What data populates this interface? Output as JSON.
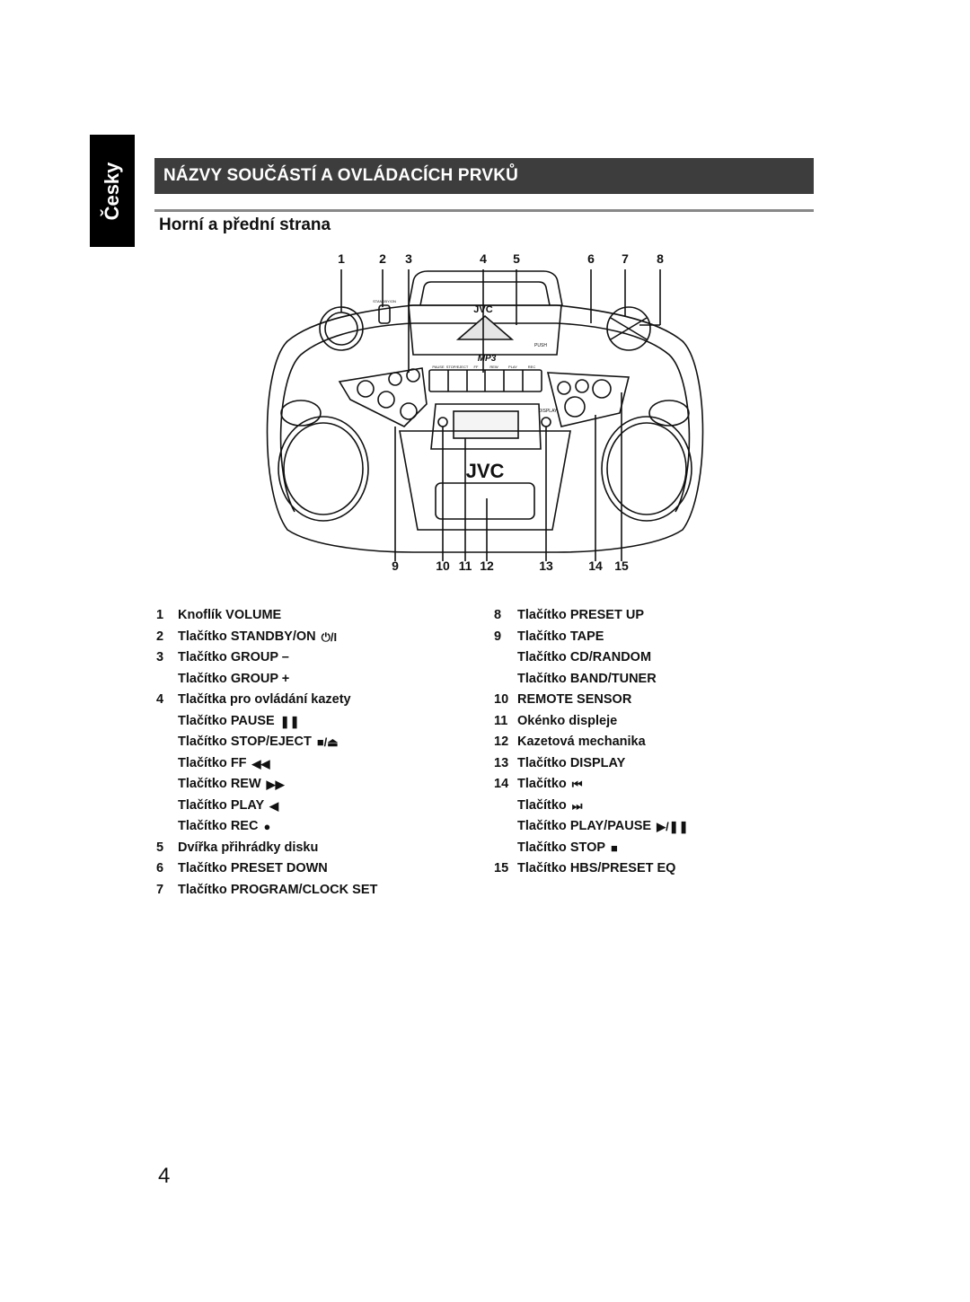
{
  "language_tab": "Česky",
  "title": "NÁZVY SOUČÁSTÍ A OVLÁDACÍCH PRVKŮ",
  "subtitle": "Horní a přední strana",
  "diagram": {
    "top_callouts": [
      "1",
      "2",
      "3",
      "4",
      "5",
      "6",
      "7",
      "8"
    ],
    "bottom_callouts": [
      "9",
      "10",
      "11",
      "12",
      "13",
      "14",
      "15"
    ],
    "brand_top": "JVC",
    "brand_front": "JVC",
    "mp3_label": "MP3",
    "push_label": "PUSH",
    "tape_buttons": [
      "PAUSE",
      "STOP/EJECT",
      "FF",
      "REW",
      "PLAY",
      "REC"
    ],
    "display_label": "DISPLAY",
    "standby_label": "STANDBY/ON"
  },
  "parts_left": [
    {
      "num": "1",
      "text": "Knoflík VOLUME",
      "glyph": ""
    },
    {
      "num": "2",
      "text": "Tlačítko STANDBY/ON",
      "glyph": "⏻/Ι"
    },
    {
      "num": "3",
      "text": "Tlačítko GROUP –",
      "glyph": ""
    },
    {
      "num": "",
      "text": "Tlačítko GROUP +",
      "glyph": ""
    },
    {
      "num": "4",
      "text": "Tlačítka pro ovládání kazety",
      "glyph": ""
    },
    {
      "num": "",
      "text": "Tlačítko PAUSE",
      "glyph": "❚❚"
    },
    {
      "num": "",
      "text": "Tlačítko STOP/EJECT",
      "glyph": "■/⏏"
    },
    {
      "num": "",
      "text": "Tlačítko FF",
      "glyph": "◀◀"
    },
    {
      "num": "",
      "text": "Tlačítko REW",
      "glyph": "▶▶"
    },
    {
      "num": "",
      "text": "Tlačítko PLAY",
      "glyph": "◀"
    },
    {
      "num": "",
      "text": "Tlačítko REC",
      "glyph": "●"
    },
    {
      "num": "5",
      "text": "Dvířka přihrádky disku",
      "glyph": ""
    },
    {
      "num": "6",
      "text": "Tlačítko PRESET DOWN",
      "glyph": ""
    },
    {
      "num": "7",
      "text": "Tlačítko PROGRAM/CLOCK SET",
      "glyph": ""
    }
  ],
  "parts_right": [
    {
      "num": "8",
      "text": "Tlačítko PRESET UP",
      "glyph": ""
    },
    {
      "num": "9",
      "text": "Tlačítko TAPE",
      "glyph": ""
    },
    {
      "num": "",
      "text": "Tlačítko CD/RANDOM",
      "glyph": ""
    },
    {
      "num": "",
      "text": "Tlačítko BAND/TUNER",
      "glyph": ""
    },
    {
      "num": "10",
      "text": "REMOTE SENSOR",
      "glyph": ""
    },
    {
      "num": "11",
      "text": "Okénko displeje",
      "glyph": ""
    },
    {
      "num": "12",
      "text": "Kazetová mechanika",
      "glyph": ""
    },
    {
      "num": "13",
      "text": "Tlačítko DISPLAY",
      "glyph": ""
    },
    {
      "num": "14",
      "text": "Tlačítko",
      "glyph": "⏮"
    },
    {
      "num": "",
      "text": "Tlačítko",
      "glyph": "⏭"
    },
    {
      "num": "",
      "text": "Tlačítko PLAY/PAUSE",
      "glyph": "▶/❚❚"
    },
    {
      "num": "",
      "text": "Tlačítko STOP",
      "glyph": "■"
    },
    {
      "num": "15",
      "text": "Tlačítko HBS/PRESET EQ",
      "glyph": ""
    }
  ],
  "page_number": "4"
}
